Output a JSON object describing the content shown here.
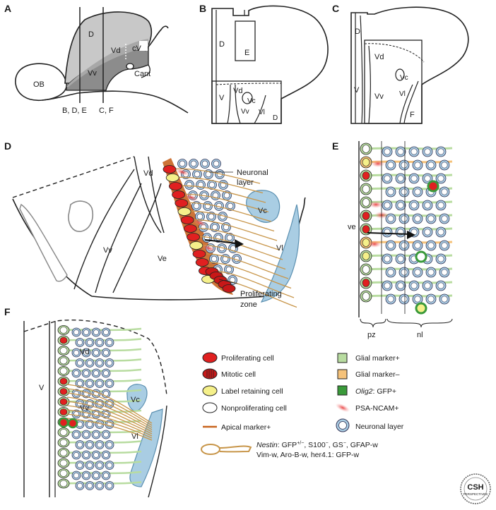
{
  "panels": {
    "a": {
      "letter": "A",
      "labels": {
        "ob": "OB",
        "d": "D",
        "vd": "Vd",
        "cv": "cV",
        "vv": "Vv",
        "cant": "Cant",
        "sec1": "B, D, E",
        "sec2": "C, F"
      }
    },
    "b": {
      "letter": "B",
      "labels": {
        "d": "D",
        "e": "E",
        "v": "V",
        "vd": "Vd",
        "vc": "Vc",
        "vv": "Vv",
        "vl": "Vl",
        "d2": "D"
      }
    },
    "c": {
      "letter": "C",
      "labels": {
        "d": "D",
        "vd": "Vd",
        "vc": "Vc",
        "v": "V",
        "vv": "Vv",
        "vl": "Vl",
        "f": "F"
      }
    },
    "d": {
      "letter": "D",
      "labels": {
        "vd": "Vd",
        "vv": "Vv",
        "ve": "Ve",
        "vc": "Vc",
        "vl": "Vl",
        "neuronal": "Neuronal",
        "layer": "layer",
        "prolif": "Proliferating",
        "zone": "zone"
      }
    },
    "e": {
      "letter": "E",
      "labels": {
        "ve": "ve",
        "pz": "pz",
        "nl": "nl"
      }
    },
    "f": {
      "letter": "F",
      "labels": {
        "v": "V",
        "vd": "Vd",
        "vc": "Vc",
        "vv": "Vv",
        "vl": "Vl"
      }
    }
  },
  "legend": {
    "left": [
      {
        "label": "Proliferating cell",
        "icon": "proliferating-cell-icon",
        "color": "#e02020"
      },
      {
        "label": "Mitotic cell",
        "icon": "mitotic-cell-icon",
        "color": "#c81818"
      },
      {
        "label": "Label retaining cell",
        "icon": "label-retaining-cell-icon",
        "color": "#f5f08a"
      },
      {
        "label": "Nonproliferating cell",
        "icon": "nonproliferating-cell-icon",
        "color": "#ffffff"
      },
      {
        "label": "Apical marker+",
        "icon": "apical-marker-icon",
        "color": "#c8641e"
      }
    ],
    "right": [
      {
        "label": "Glial marker+",
        "icon": "glial-marker-plus-icon",
        "color": "#b8dca0"
      },
      {
        "label": "Glial marker–",
        "icon": "glial-marker-minus-icon",
        "color": "#f5c27a"
      },
      {
        "label_italic": "Olig2",
        "label_rest": ": GFP+",
        "icon": "olig2-icon",
        "color": "#3a9a3a"
      },
      {
        "label": "PSA-NCAM+",
        "icon": "psa-ncam-icon",
        "color": "#e84a4a"
      },
      {
        "label": "Neuronal layer",
        "icon": "neuronal-layer-icon",
        "color": "#a9cde3"
      }
    ],
    "nestin": {
      "name": "Nestin",
      "rest": ": GFP",
      "sup1": "+/−",
      "mid": ", S100",
      "sup2": "−",
      "mid2": ", GS",
      "sup3": "−",
      "end": ", GFAP-w",
      "line2": "Vim-w, Aro-B-w, her4.1: GFP-w"
    }
  },
  "logo": {
    "text1": "CSH",
    "text2": "PERSPECTIVES"
  },
  "colors": {
    "telencephalon_light": "#c8c8c8",
    "telencephalon_dark": "#8c8c8c",
    "neuronal_fill": "#a9cde3",
    "radial_glia": "#c8964a",
    "green_glia": "#b8dca0",
    "red": "#e02020"
  }
}
